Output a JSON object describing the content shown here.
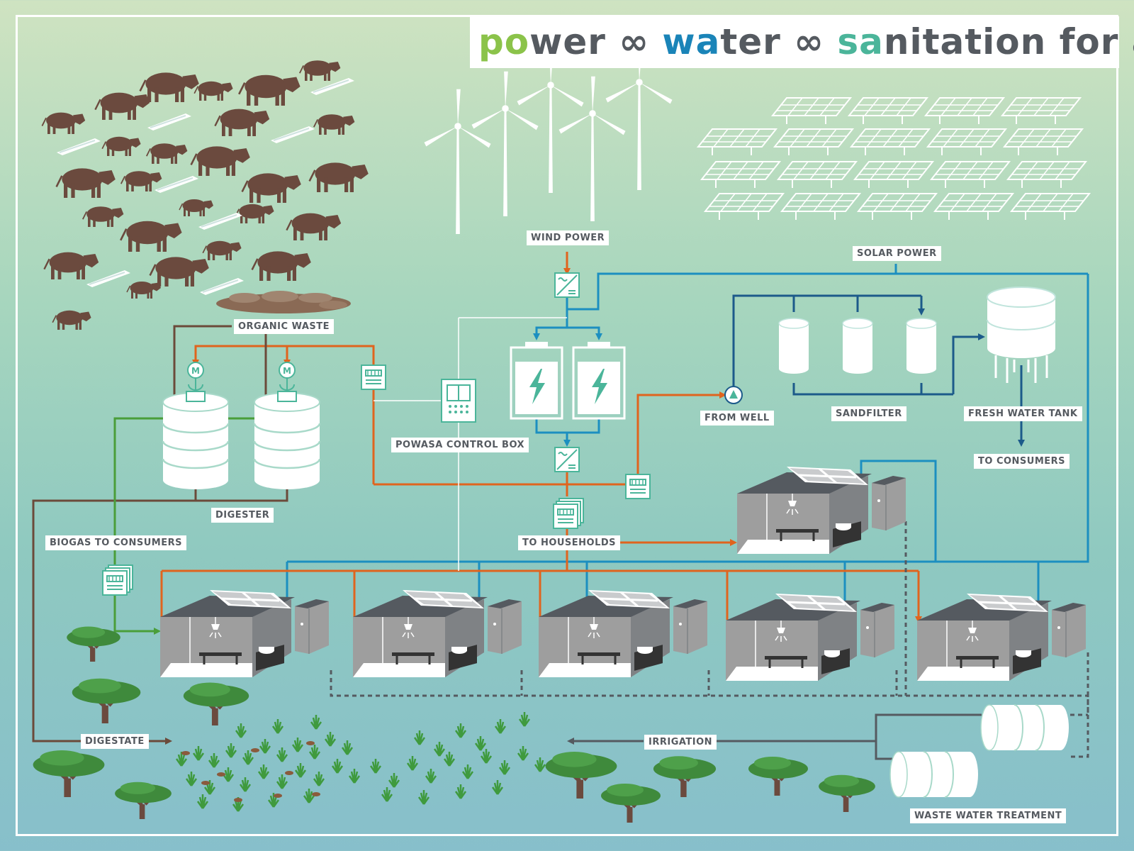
{
  "title": {
    "part1_highlight": "po",
    "part1_rest": "wer",
    "separator": "∞",
    "part2_highlight": "wa",
    "part2_rest": "ter",
    "part3_highlight": "sa",
    "part3_rest": "nitation for all"
  },
  "labels": {
    "wind_power": "WIND POWER",
    "solar_power": "SOLAR POWER",
    "organic_waste": "ORGANIC WASTE",
    "digester": "DIGESTER",
    "biogas_to_consumers": "BIOGAS TO CONSUMERS",
    "powasa_control_box": "POWASA CONTROL BOX",
    "to_households": "TO HOUSEHOLDS",
    "from_well": "FROM WELL",
    "sandfilter": "SANDFILTER",
    "fresh_water_tank": "FRESH WATER TANK",
    "to_consumers": "TO CONSUMERS",
    "digestate": "DIGESTATE",
    "irrigation": "IRRIGATION",
    "waste_water_treatment": "WASTE WATER TREATMENT"
  },
  "colors": {
    "electric_line": "#e0641e",
    "water_line": "#1c8fc0",
    "dark_water_line": "#1c5a8a",
    "biogas_line": "#4a9e3a",
    "waste_line": "#6b4a3a",
    "cattle": "#6b4a3e",
    "tree": "#3f8a3c",
    "house_wall": "#9e9e9e",
    "roof": "#555a60"
  },
  "icons": {
    "wind_turbines": "wind-turbine-icon",
    "solar_panels": "solar-panel-icon",
    "cattle": "cow-icon",
    "battery": "battery-icon",
    "inverter": "inverter-icon",
    "meter": "meter-icon",
    "pump": "pump-icon",
    "tree": "acacia-tree-icon"
  }
}
